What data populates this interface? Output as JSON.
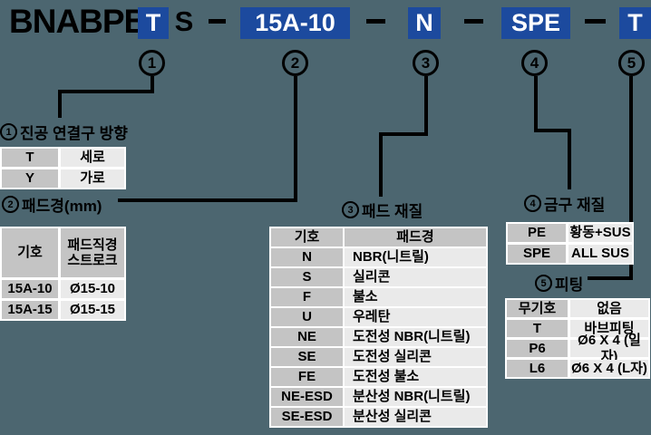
{
  "colors": {
    "accent_blue": "#1c4a9e",
    "background": "#4c6670",
    "key_cell_gray": "#c4c4c4",
    "value_cell_gray": "#eaeaea"
  },
  "code": {
    "segments": [
      {
        "type": "prefix",
        "text": "BNABPB"
      },
      {
        "type": "blue",
        "text": "T"
      },
      {
        "type": "plain",
        "text": "S"
      },
      {
        "type": "sep",
        "text": "–"
      },
      {
        "type": "blue",
        "text": "15A-10"
      },
      {
        "type": "sep",
        "text": "–"
      },
      {
        "type": "blue",
        "text": "N"
      },
      {
        "type": "sep",
        "text": "–"
      },
      {
        "type": "blue",
        "text": "SPE"
      },
      {
        "type": "sep",
        "text": "–"
      },
      {
        "type": "blue",
        "text": "T"
      }
    ]
  },
  "callouts": [
    "1",
    "2",
    "3",
    "4",
    "5"
  ],
  "tables": [
    {
      "id": "t1",
      "num": "1",
      "title": "진공 연결구 방향",
      "rows": [
        [
          "T",
          "세로"
        ],
        [
          "Y",
          "가로"
        ]
      ]
    },
    {
      "id": "t2",
      "num": "2",
      "title": "패드경(mm)",
      "header": [
        "기호",
        "패드직경\n스트로크"
      ],
      "rows": [
        [
          "15A-10",
          "Ø15-10"
        ],
        [
          "15A-15",
          "Ø15-15"
        ]
      ]
    },
    {
      "id": "t3",
      "num": "3",
      "title": "패드 재질",
      "header": [
        "기호",
        "패드경"
      ],
      "rows": [
        [
          "N",
          "NBR(니트릴)"
        ],
        [
          "S",
          "실리콘"
        ],
        [
          "F",
          "불소"
        ],
        [
          "U",
          "우레탄"
        ],
        [
          "NE",
          "도전성 NBR(니트릴)"
        ],
        [
          "SE",
          "도전성 실리콘"
        ],
        [
          "FE",
          "도전성 불소"
        ],
        [
          "NE-ESD",
          "분산성 NBR(니트릴)"
        ],
        [
          "SE-ESD",
          "분산성 실리콘"
        ]
      ]
    },
    {
      "id": "t4",
      "num": "4",
      "title": "금구 재질",
      "rows": [
        [
          "PE",
          "황동+SUS"
        ],
        [
          "SPE",
          "ALL SUS"
        ]
      ]
    },
    {
      "id": "t5",
      "num": "5",
      "title": "피팅",
      "rows": [
        [
          "무기호",
          "없음"
        ],
        [
          "T",
          "바브피팅"
        ],
        [
          "P6",
          "Ø6 X 4 (일자)"
        ],
        [
          "L6",
          "Ø6 X 4 (L자)"
        ]
      ]
    }
  ]
}
